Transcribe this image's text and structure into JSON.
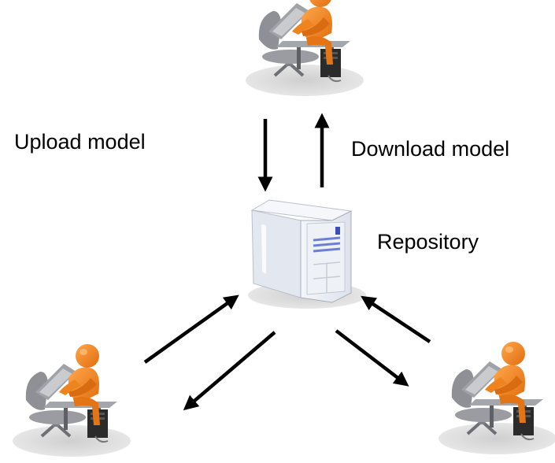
{
  "labels": {
    "upload": "Upload model",
    "download": "Download model",
    "repository": "Repository"
  },
  "nodes": [
    {
      "id": "user-top",
      "icon": "person-at-computer-icon"
    },
    {
      "id": "repository",
      "icon": "server-tower-icon"
    },
    {
      "id": "user-left",
      "icon": "person-at-computer-icon"
    },
    {
      "id": "user-right",
      "icon": "person-at-computer-icon"
    }
  ],
  "colors": {
    "person": "#f0821e",
    "person_dark": "#c85f0c",
    "chair": "#8b8d92",
    "shadow": "#d4d4d4",
    "server_body": "#e8ecf3",
    "server_stripes": "#6b7fd6",
    "arrow": "#000000"
  }
}
